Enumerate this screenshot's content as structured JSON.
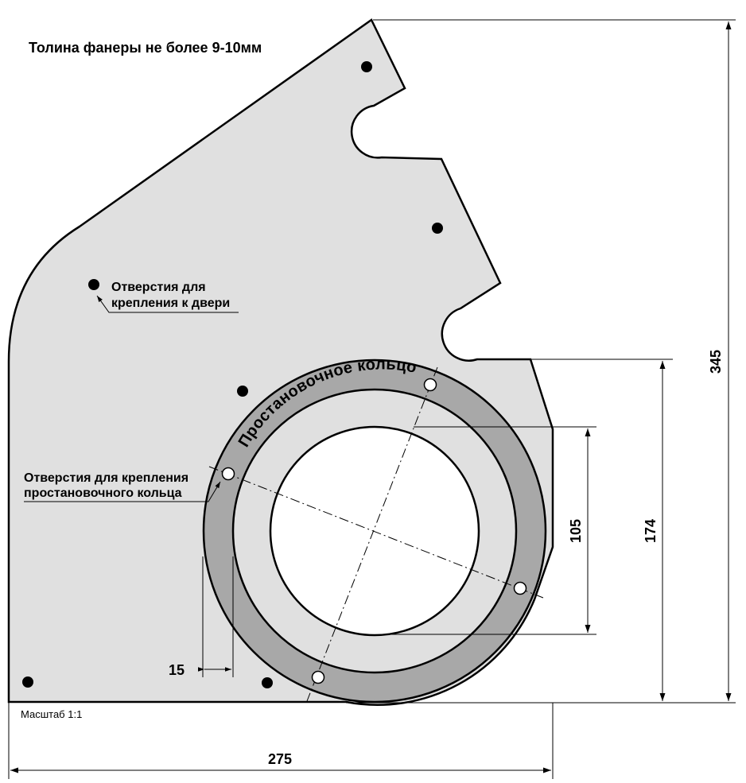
{
  "title": "Толина фанеры не более 9-10мм",
  "scale": "Масштаб 1:1",
  "labels": {
    "door_holes_line1": "Отверстия для",
    "door_holes_line2": "крепления к двери",
    "ring_holes_line1": "Отверстия для крепления",
    "ring_holes_line2": "простановочного кольца",
    "ring_name": "Простановочное кольцо"
  },
  "dimensions": {
    "width": "275",
    "height": "345",
    "ring_height": "174",
    "inner_height": "105",
    "offset": "15"
  },
  "colors": {
    "panel": "#e0e0e0",
    "ring": "#a8a8a8",
    "outline": "#000000",
    "background": "#ffffff"
  }
}
